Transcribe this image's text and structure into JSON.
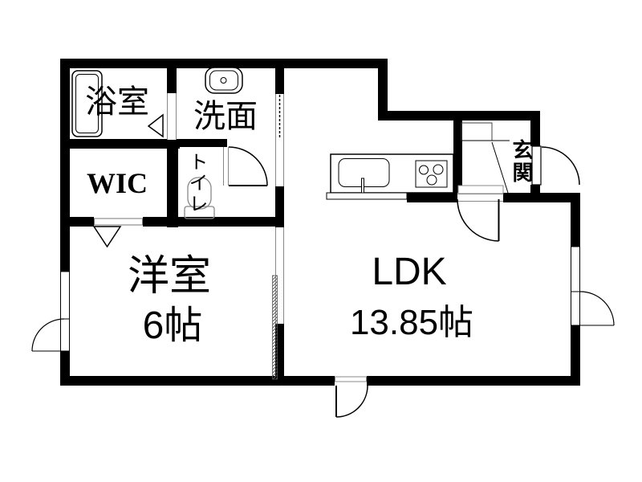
{
  "rooms": {
    "bath": {
      "label": "浴室"
    },
    "washroom": {
      "label": "洗面"
    },
    "wic": {
      "label": "WIC"
    },
    "toilet": {
      "label": "トイレ"
    },
    "entrance": {
      "label": "玄関"
    },
    "western_room": {
      "label": "洋室",
      "size": "6帖"
    },
    "ldk": {
      "label": "LDK",
      "size": "13.85帖"
    }
  },
  "colors": {
    "wall": "#000000",
    "background": "#ffffff",
    "fixture_outline": "#888888"
  }
}
